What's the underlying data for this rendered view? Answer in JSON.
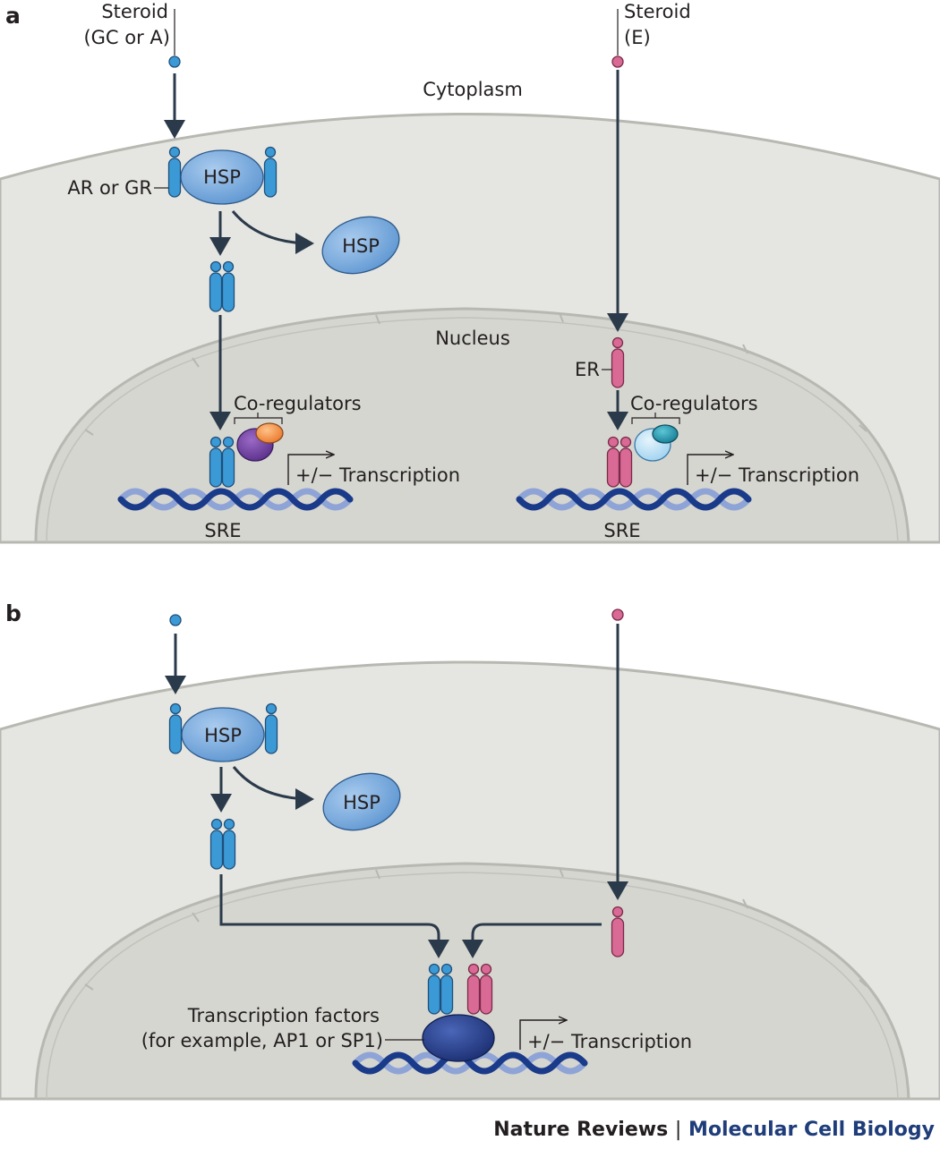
{
  "panels": {
    "a": {
      "letter": "a",
      "steroid_left_line1": "Steroid",
      "steroid_left_line2": "(GC or A)",
      "steroid_right_line1": "Steroid",
      "steroid_right_line2": "(E)",
      "cytoplasm": "Cytoplasm",
      "nucleus": "Nucleus",
      "receptor_left": "AR or GR",
      "receptor_right": "ER",
      "hsp_bound": "HSP",
      "hsp_released": "HSP",
      "coregulators_left": "Co-regulators",
      "coregulators_right": "Co-regulators",
      "transcription_left": "+/− Transcription",
      "transcription_right": "+/− Transcription",
      "sre_left": "SRE",
      "sre_right": "SRE"
    },
    "b": {
      "letter": "b",
      "hsp_bound": "HSP",
      "hsp_released": "HSP",
      "tf_line1": "Transcription factors",
      "tf_line2": "(for example, AP1 or SP1)",
      "transcription": "+/− Transcription"
    }
  },
  "footer": {
    "journal": "Nature Reviews",
    "separator": "|",
    "subjournal": "Molecular Cell Biology"
  },
  "colors": {
    "cell": "#e5e5e1",
    "nucleus": "#d6d6d0",
    "membrane": "#b8b8b2",
    "arrow": "#2b3a4a",
    "receptor_blue": "#3b9ad6",
    "receptor_pink": "#d96a95",
    "hsp": "#6fa4d8",
    "dna_dark": "#1a3a8a",
    "dna_light": "#8fa4d6"
  }
}
